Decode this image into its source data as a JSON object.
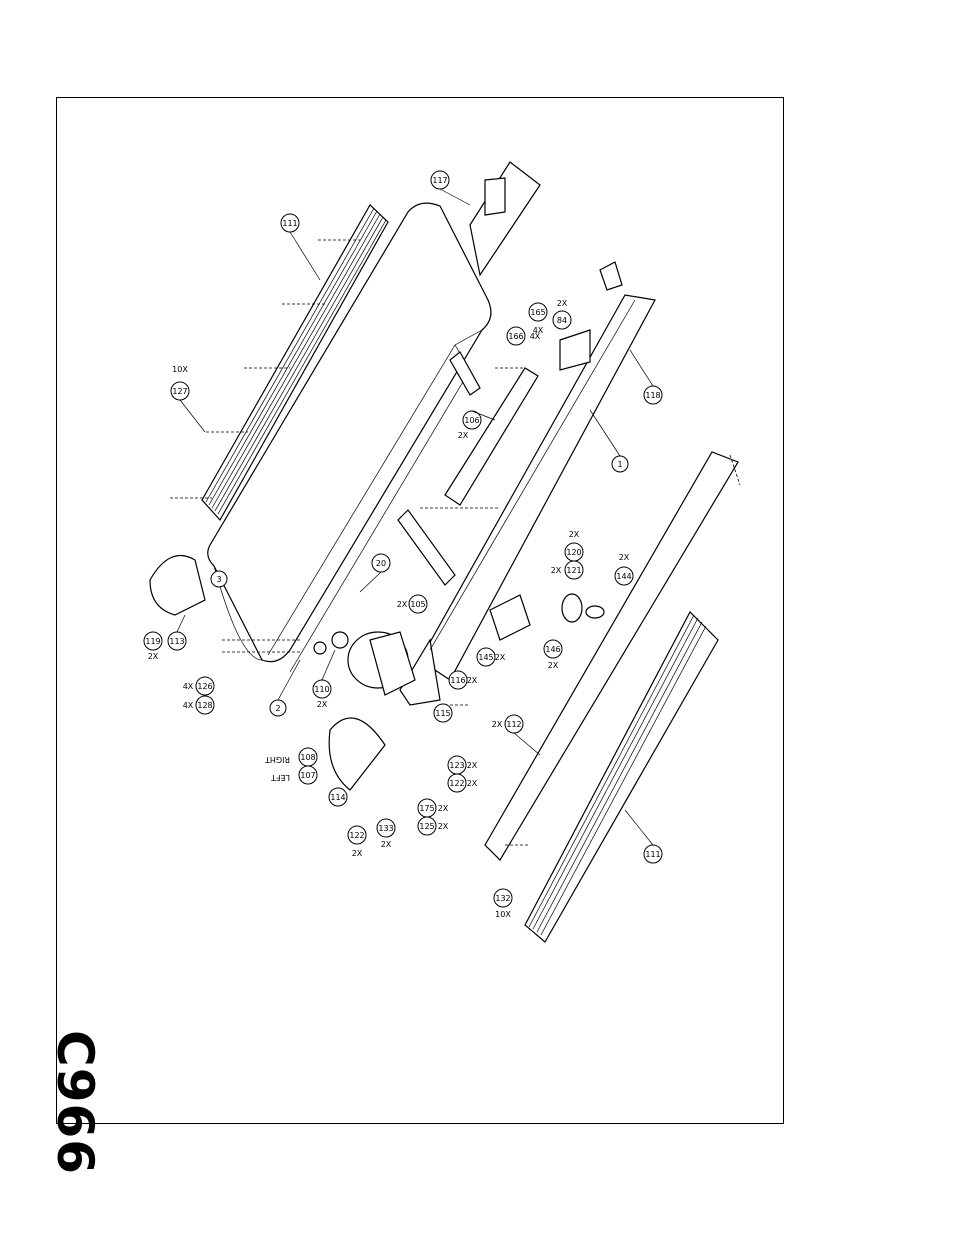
{
  "model": "C966",
  "labels": {
    "left": "LEFT",
    "right": "RIGHT"
  },
  "callouts": [
    {
      "id": "c117",
      "text": "117",
      "qty": ""
    },
    {
      "id": "c111a",
      "text": "111",
      "qty": ""
    },
    {
      "id": "c165",
      "text": "165",
      "qty": "4X"
    },
    {
      "id": "c166",
      "text": "166",
      "qty": "4X"
    },
    {
      "id": "c84",
      "text": "84",
      "qty": "2X"
    },
    {
      "id": "c127",
      "text": "127",
      "qty": "10X"
    },
    {
      "id": "c118",
      "text": "118",
      "qty": ""
    },
    {
      "id": "c106",
      "text": "106",
      "qty": "2X"
    },
    {
      "id": "c1",
      "text": "1",
      "qty": ""
    },
    {
      "id": "c119",
      "text": "119",
      "qty": "2X"
    },
    {
      "id": "c113",
      "text": "113",
      "qty": ""
    },
    {
      "id": "c3",
      "text": "3",
      "qty": ""
    },
    {
      "id": "c20",
      "text": "20",
      "qty": ""
    },
    {
      "id": "c120",
      "text": "120",
      "qty": "2X"
    },
    {
      "id": "c121",
      "text": "121",
      "qty": "2X"
    },
    {
      "id": "c144",
      "text": "144",
      "qty": "2X"
    },
    {
      "id": "c105",
      "text": "105",
      "qty": "2X"
    },
    {
      "id": "c126",
      "text": "126",
      "qty": "4X"
    },
    {
      "id": "c128",
      "text": "128",
      "qty": "4X"
    },
    {
      "id": "c110",
      "text": "110",
      "qty": "2X"
    },
    {
      "id": "c2",
      "text": "2",
      "qty": ""
    },
    {
      "id": "c116",
      "text": "116",
      "qty": "2X"
    },
    {
      "id": "c145",
      "text": "145",
      "qty": "2X"
    },
    {
      "id": "c146",
      "text": "146",
      "qty": "2X"
    },
    {
      "id": "c115",
      "text": "115",
      "qty": ""
    },
    {
      "id": "c107",
      "text": "107",
      "qty": ""
    },
    {
      "id": "c108",
      "text": "108",
      "qty": ""
    },
    {
      "id": "c112",
      "text": "112",
      "qty": "2X"
    },
    {
      "id": "c123",
      "text": "123",
      "qty": "2X"
    },
    {
      "id": "c122a",
      "text": "122",
      "qty": "2X"
    },
    {
      "id": "c114",
      "text": "114",
      "qty": ""
    },
    {
      "id": "c175",
      "text": "175",
      "qty": "2X"
    },
    {
      "id": "c125",
      "text": "125",
      "qty": "2X"
    },
    {
      "id": "c122b",
      "text": "122",
      "qty": "2X"
    },
    {
      "id": "c133",
      "text": "133",
      "qty": "2X"
    },
    {
      "id": "c111b",
      "text": "111",
      "qty": ""
    },
    {
      "id": "c132",
      "text": "132",
      "qty": "10X"
    }
  ]
}
